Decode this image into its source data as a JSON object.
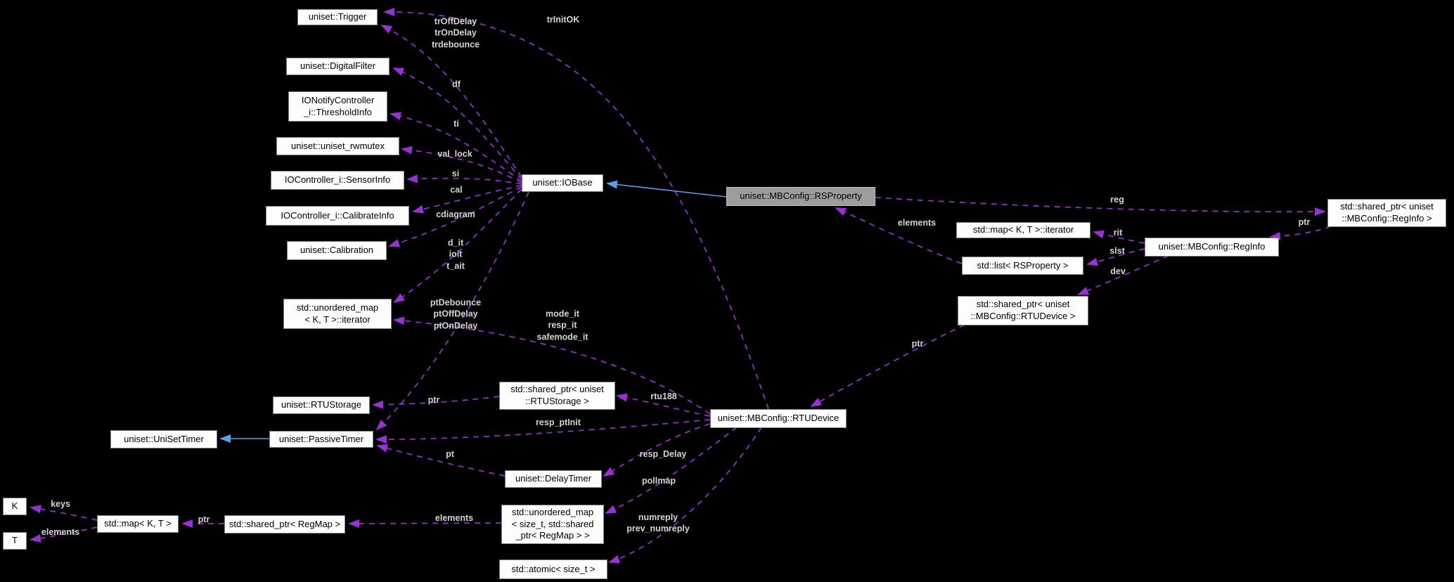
{
  "diagram": {
    "kind": "doxygen-collaboration-graph",
    "background_color": "#000000",
    "edge_color": "#9b2fd6",
    "inheritance_edge_color": "#58a2e8",
    "node_fill": "#fdfdfd",
    "highlighted_node_fill": "#9d9d9d",
    "edge_label_color": "#d4d4d4"
  },
  "nodes": {
    "trigger": {
      "label": "uniset::Trigger"
    },
    "digital_filter": {
      "label": "uniset::DigitalFilter"
    },
    "threshold_info": {
      "label": "IONotifyController\n_i::ThresholdInfo"
    },
    "rwmutex": {
      "label": "uniset::uniset_rwmutex"
    },
    "sensor_info": {
      "label": "IOController_i::SensorInfo"
    },
    "calibrate_info": {
      "label": "IOController_i::CalibrateInfo"
    },
    "calibration": {
      "label": "uniset::Calibration"
    },
    "unordered_map_iterator": {
      "label": "std::unordered_map\n< K, T >::iterator"
    },
    "iobase": {
      "label": "uniset::IOBase"
    },
    "rsproperty": {
      "label": "uniset::MBConfig::RSProperty"
    },
    "map_iterator": {
      "label": "std::map< K, T >::iterator"
    },
    "list_rsproperty": {
      "label": "std::list< RSProperty >"
    },
    "shared_rtudevice": {
      "label": "std::shared_ptr< uniset\n::MBConfig::RTUDevice >"
    },
    "reginfo": {
      "label": "uniset::MBConfig::RegInfo"
    },
    "shared_reginfo": {
      "label": "std::shared_ptr< uniset\n::MBConfig::RegInfo >"
    },
    "rtustorage": {
      "label": "uniset::RTUStorage"
    },
    "unisettimer": {
      "label": "uniset::UniSetTimer"
    },
    "passivetimer": {
      "label": "uniset::PassiveTimer"
    },
    "shared_rtustorage": {
      "label": "std::shared_ptr< uniset\n::RTUStorage >"
    },
    "rtudevice": {
      "label": "uniset::MBConfig::RTUDevice"
    },
    "delaytimer": {
      "label": "uniset::DelayTimer"
    },
    "k": {
      "label": "K"
    },
    "t": {
      "label": "T"
    },
    "map_kt": {
      "label": "std::map< K, T >"
    },
    "shared_regmap": {
      "label": "std::shared_ptr< RegMap >"
    },
    "unordered_map_sizet": {
      "label": "std::unordered_map\n< size_t, std::shared\n_ptr< RegMap > >"
    },
    "atomic_sizet": {
      "label": "std::atomic< size_t >"
    }
  },
  "edge_labels": {
    "tr_group": "trOffDelay\ntrOnDelay\ntrdebounce",
    "trinitok": "trInitOK",
    "df": "df",
    "ti": "ti",
    "val_lock": "val_lock",
    "si": "si",
    "cal": "cal",
    "cdiagram": "cdiagram",
    "d_it_group": "d_it\nioit\nt_ait",
    "pt_group": "ptDebounce\nptOffDelay\nptOnDelay",
    "mode_group": "mode_it\nresp_it\nsafemode_it",
    "ptr_storage": "ptr",
    "rtu188": "rtu188",
    "resp_ptinit": "resp_ptInit",
    "pt": "pt",
    "resp_delay": "resp_Delay",
    "pollmap": "pollmap",
    "elements_regmap": "elements",
    "numreply_group": "numreply\nprev_numreply",
    "keys": "keys",
    "elements_t": "elements",
    "ptr_map": "ptr",
    "elements_rsprop": "elements",
    "reg": "reg",
    "rit": "rit",
    "slst": "slst",
    "dev": "dev",
    "ptr_reginfo": "ptr",
    "ptr_rtudevice": "ptr"
  }
}
